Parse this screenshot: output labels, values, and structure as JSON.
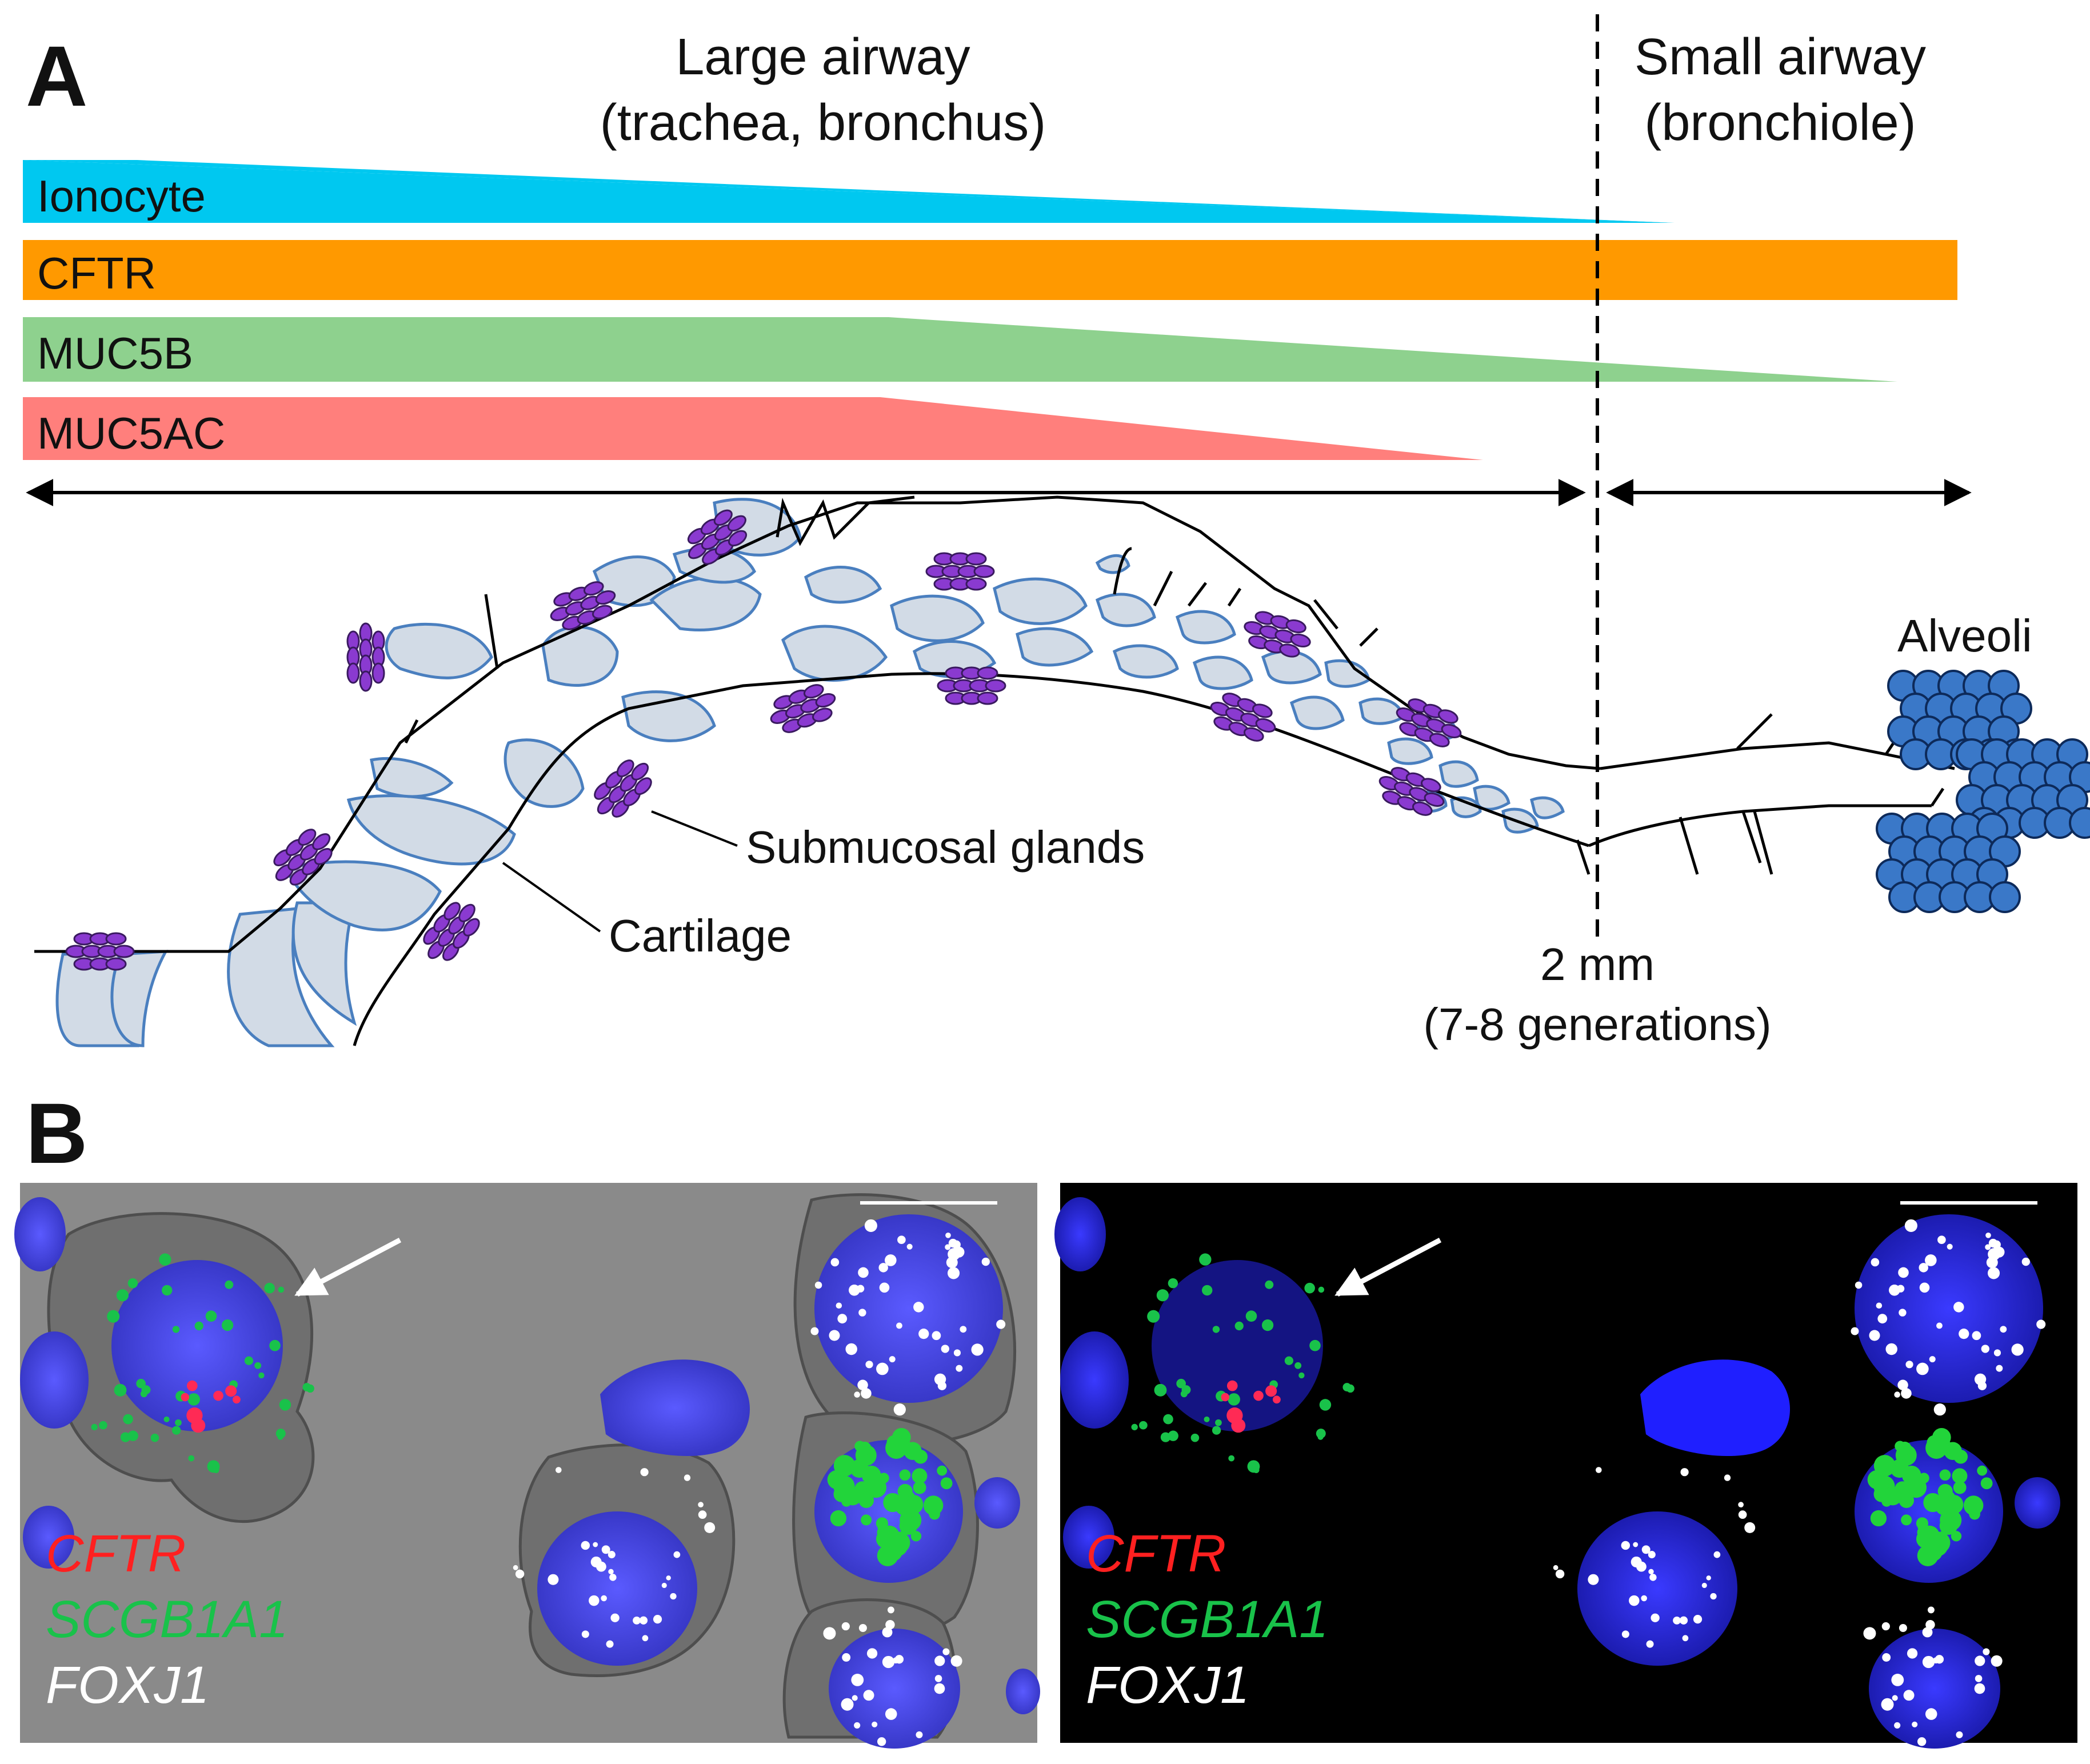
{
  "panel_a": {
    "label": "A",
    "large_airway": {
      "line1": "Large airway",
      "line2": "(trachea, bronchus)"
    },
    "small_airway": {
      "line1": "Small airway",
      "line2": "(bronchiole)"
    },
    "gradient_bars": [
      {
        "name": "Ionocyte",
        "color": "#00c8f0"
      },
      {
        "name": "CFTR",
        "color": "#ff9900"
      },
      {
        "name": "MUC5B",
        "color": "#8ed18e"
      },
      {
        "name": "MUC5AC",
        "color": "#ff7f7c"
      }
    ],
    "annotations": {
      "submucosal_glands": "Submucosal glands",
      "cartilage": "Cartilage",
      "alveoli": "Alveoli",
      "threshold": "2 mm",
      "generations": "(7-8 generations)"
    },
    "colors": {
      "gland": "#8a3ad0",
      "cartilage_fill": "#d2dbe6",
      "cartilage_stroke": "#4a7fbf",
      "alveoli": "#3a78c8"
    }
  },
  "panel_b": {
    "label": "B",
    "left_image": {
      "mode": "brightfield overlay",
      "legend": [
        "CFTR",
        "SCGB1A1",
        "FOXJ1"
      ]
    },
    "right_image": {
      "mode": "fluorescence",
      "legend": [
        "CFTR",
        "SCGB1A1",
        "FOXJ1"
      ]
    },
    "legend_colors": {
      "CFTR": "#ff2020",
      "SCGB1A1": "#19c24a",
      "FOXJ1": "#ffffff"
    }
  }
}
